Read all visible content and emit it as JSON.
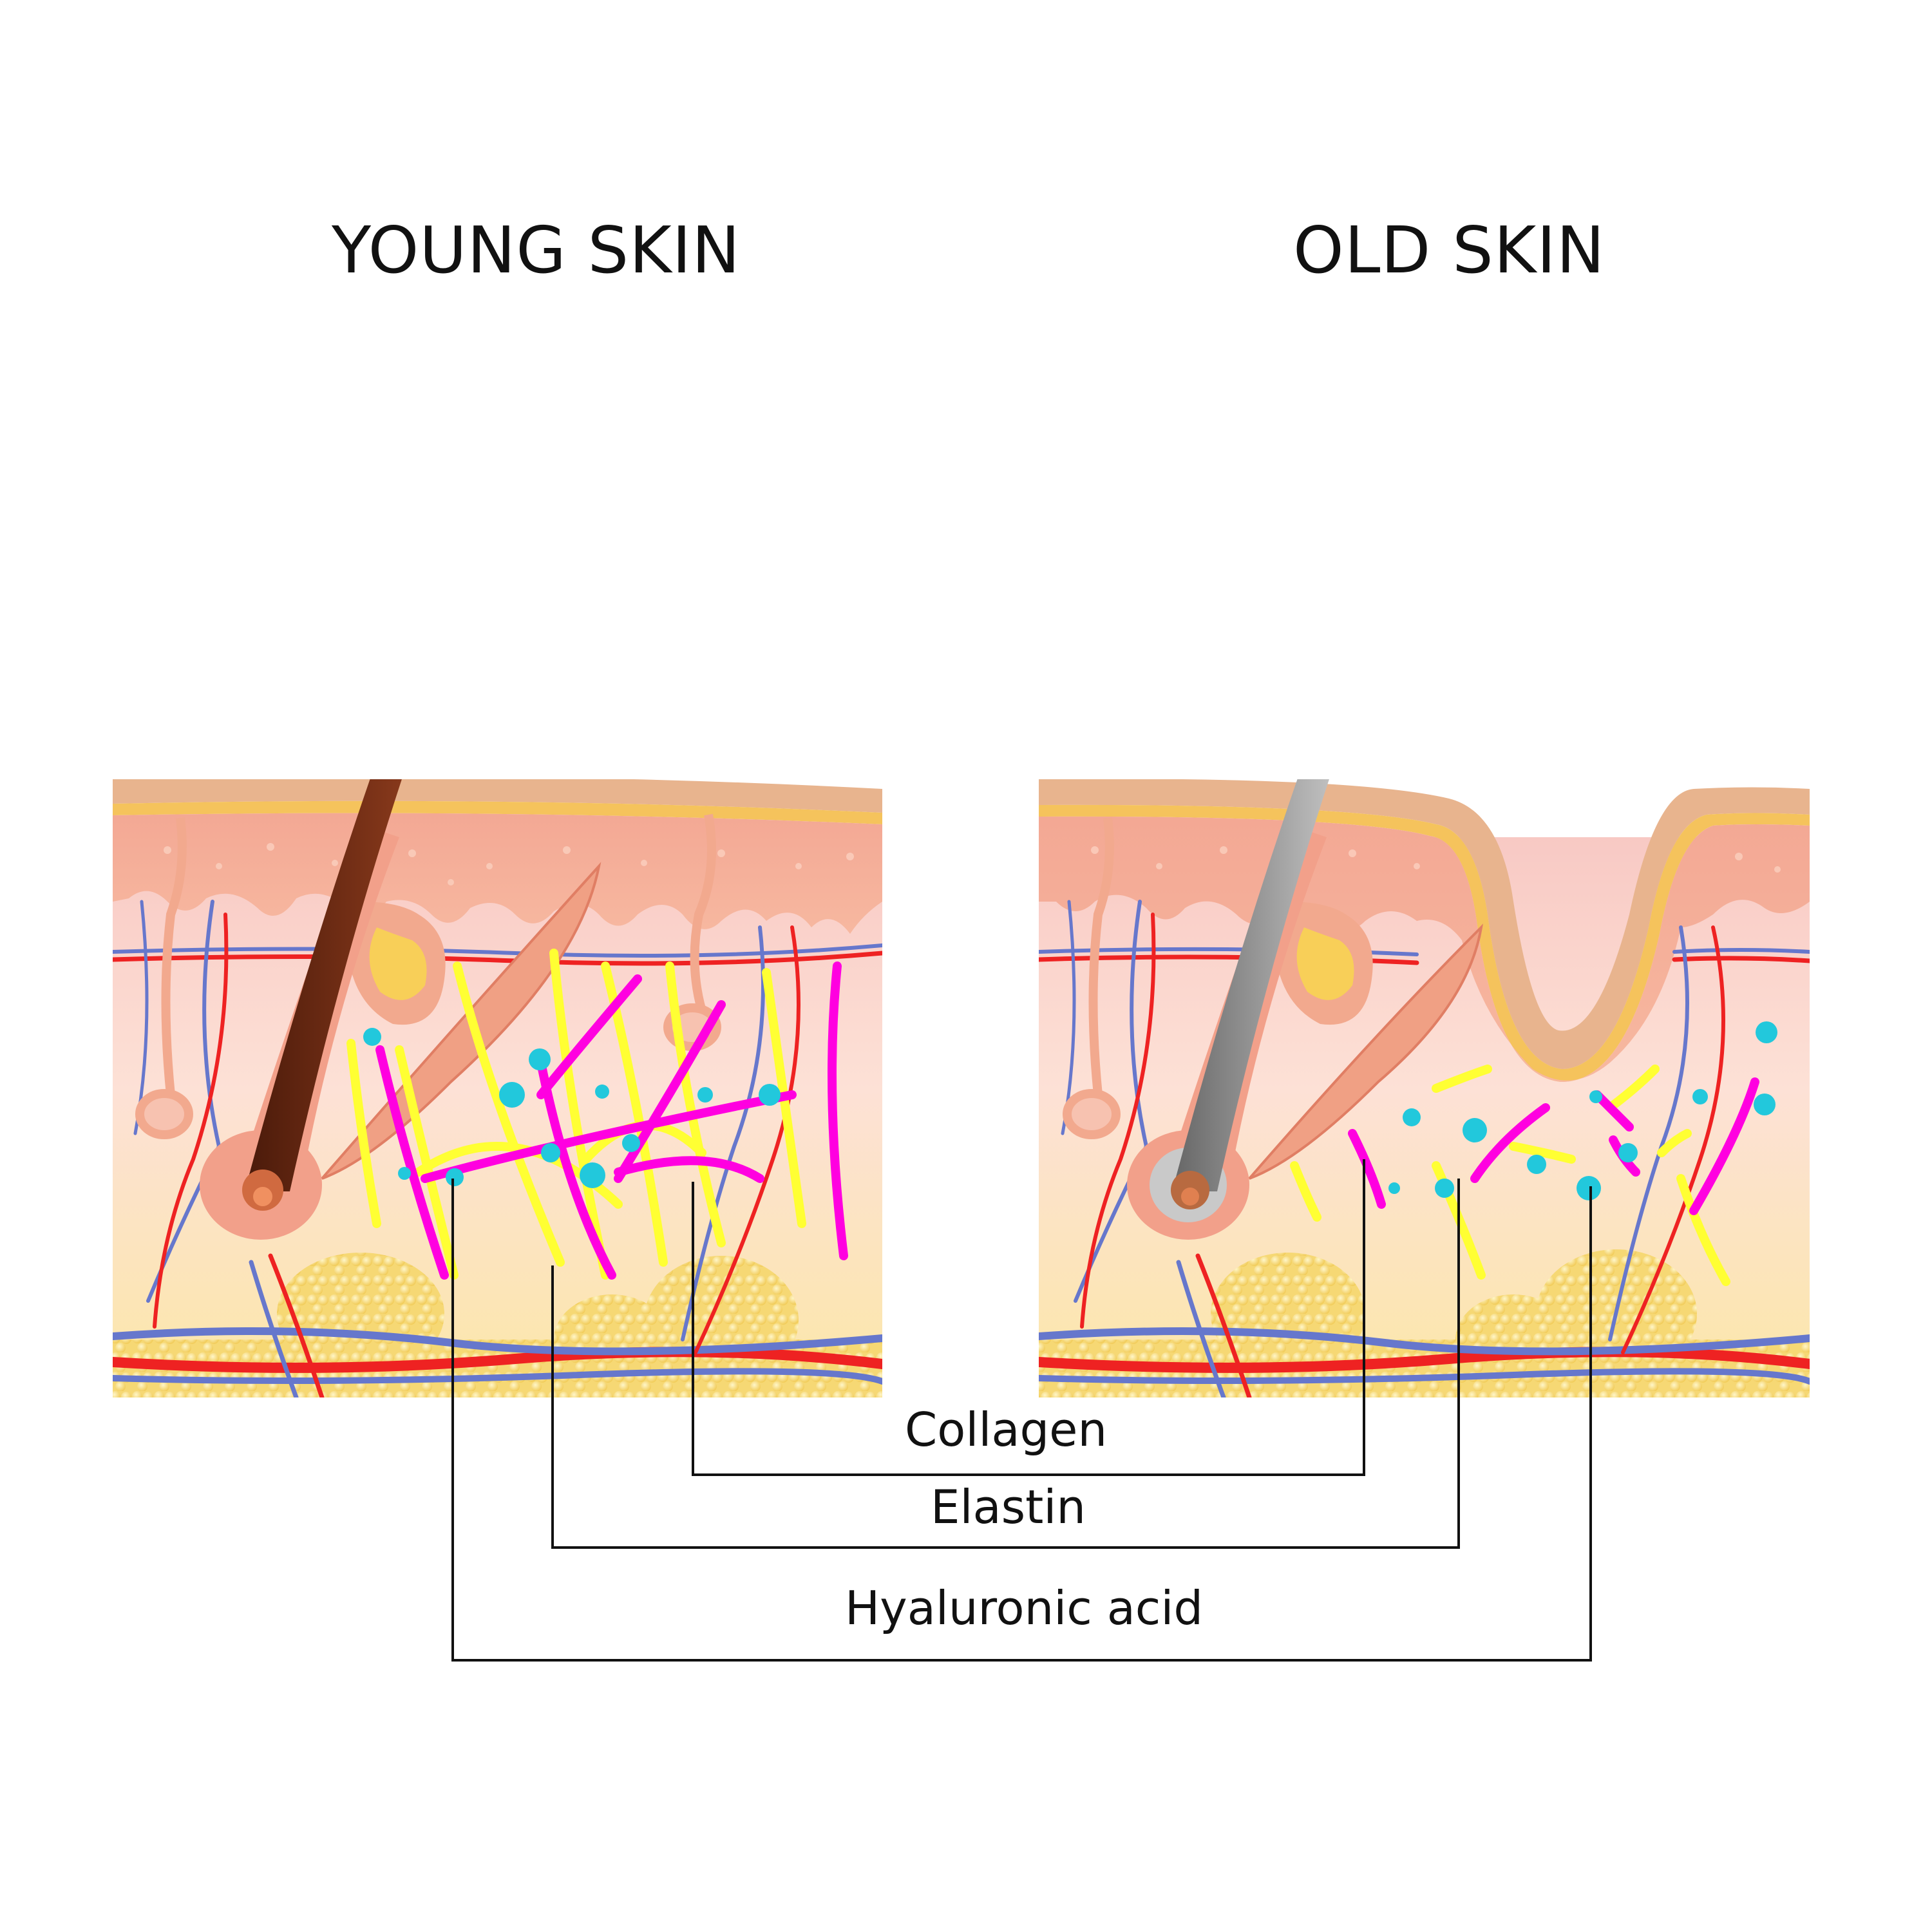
{
  "titles": {
    "young": "YOUNG SKIN",
    "old": "OLD SKIN"
  },
  "legend": {
    "collagen": "Collagen",
    "elastin": "Elastin",
    "hyaluronic_acid": "Hyaluronic acid"
  },
  "colors": {
    "background": "#ffffff",
    "collagen_fiber": "#ff00e0",
    "elastin_fiber": "#ffff33",
    "hyaluronic_acid": "#22c8dc",
    "artery": "#ee2222",
    "vein": "#6677cc",
    "young_hair": "#6b2a14",
    "old_hair": "#8c8c8c",
    "fat": "#f7dc70",
    "epidermis": "#f4a58c"
  }
}
